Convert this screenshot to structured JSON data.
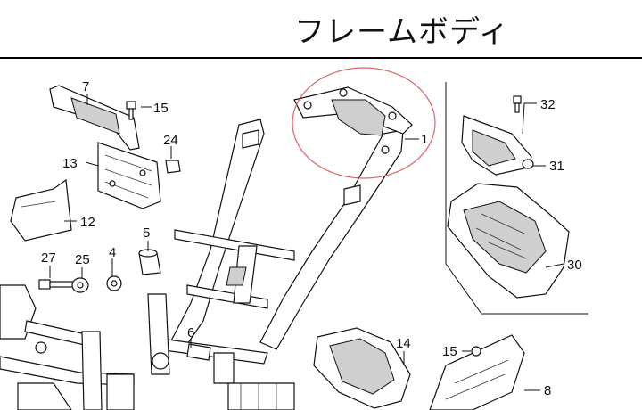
{
  "title": "フレームボディ",
  "callouts": {
    "c1": "1",
    "c4": "4",
    "c5": "5",
    "c6": "6",
    "c7": "7",
    "c8": "8",
    "c12": "12",
    "c13": "13",
    "c14": "14",
    "c15a": "15",
    "c15b": "15",
    "c24": "24",
    "c25": "25",
    "c27": "27",
    "c30": "30",
    "c31": "31",
    "c32": "32"
  },
  "colors": {
    "highlight_circle": "#d9666b",
    "line": "#111111"
  }
}
